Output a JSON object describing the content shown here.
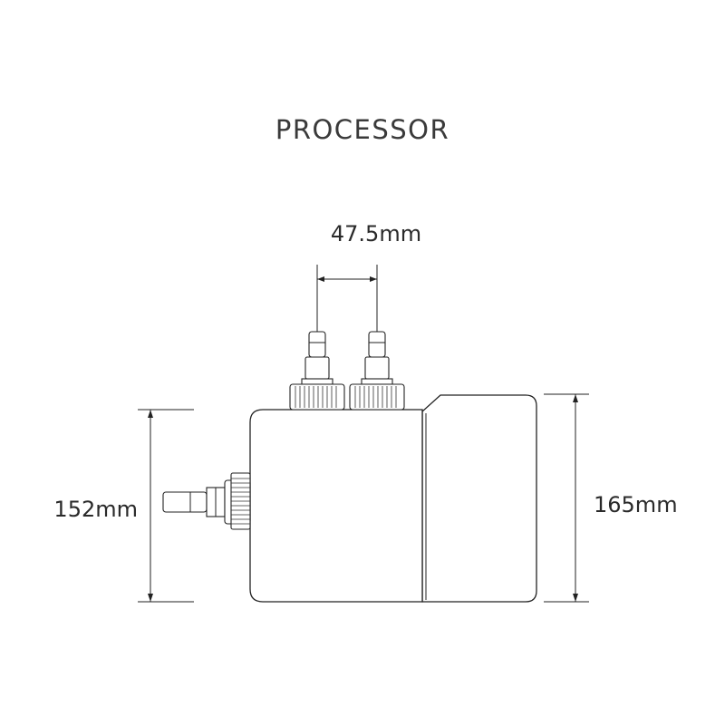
{
  "title": "PROCESSOR",
  "dimensions": {
    "inlet_spacing": "47.5mm",
    "body_height": "152mm",
    "overall_height": "165mm"
  },
  "colors": {
    "line": "#222222",
    "text": "#2a2a2a",
    "background": "#ffffff"
  }
}
